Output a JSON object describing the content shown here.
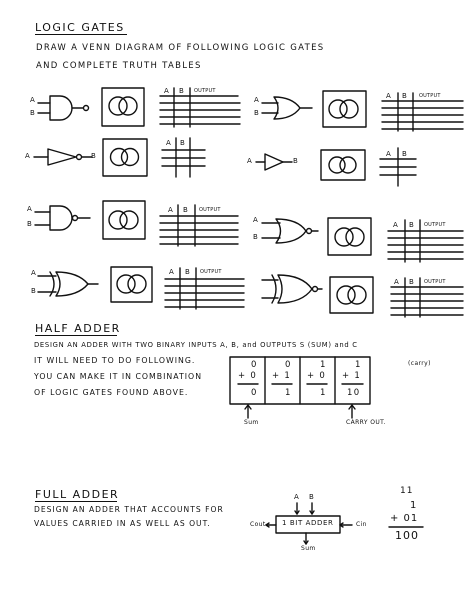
{
  "logic_gates": {
    "title": "LOGIC GATES",
    "instruction_line1": "DRAW A VENN DIAGRAM OF FOLLOWING LOGIC GATES",
    "instruction_line2": "AND COMPLETE TRUTH TABLES",
    "input_a": "A",
    "input_b": "B",
    "table_header_output": "OUTPUT"
  },
  "half_adder": {
    "title": "HALF ADDER",
    "line1": "DESIGN AN ADDER WITH TWO BINARY INPUTS A, B, and OUTPUTS S (SUM) and C",
    "line1b": "(carry)",
    "line2": "IT WILL NEED TO DO FOLLOWING.",
    "line3": "YOU CAN MAKE IT IN COMBINATION",
    "line4": "OF LOGIC GATES FOUND ABOVE.",
    "sums": [
      {
        "top": "0",
        "add": "+ 0",
        "result": "0"
      },
      {
        "top": "0",
        "add": "+ 1",
        "result": "1"
      },
      {
        "top": "1",
        "add": "+ 0",
        "result": "1"
      },
      {
        "top": "1",
        "add": "+ 1",
        "result": "10"
      }
    ],
    "sum_label": "Sum",
    "carry_label": "CARRY OUT."
  },
  "full_adder": {
    "title": "FULL ADDER",
    "line1": "DESIGN AN ADDER THAT ACCOUNTS FOR",
    "line2": "VALUES CARRIED IN AS WELL AS OUT.",
    "box_label": "1 BIT ADDER",
    "cout_label": "Cout",
    "cin_label": "Cin",
    "sum_label": "Sum",
    "in_a": "A",
    "in_b": "B",
    "example_carry": "11",
    "example_top": "1",
    "example_add": "+ 01",
    "example_result": "100"
  }
}
